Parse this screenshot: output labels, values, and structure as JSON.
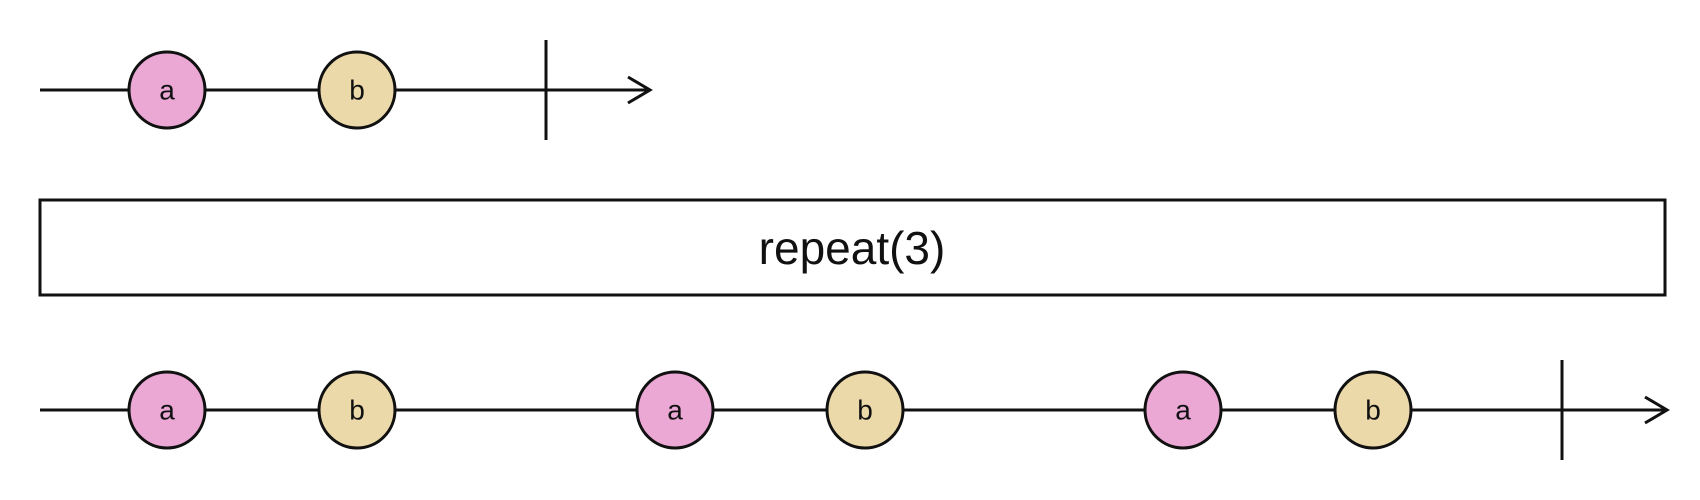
{
  "operator": {
    "label": "repeat(3)"
  },
  "colors": {
    "a": "#EBA8D5",
    "b": "#EBD9AA",
    "stroke": "#111111"
  },
  "input_stream": {
    "marbles": [
      {
        "label": "a",
        "color_key": "a"
      },
      {
        "label": "b",
        "color_key": "b"
      }
    ],
    "completed": true
  },
  "output_stream": {
    "marbles": [
      {
        "label": "a",
        "color_key": "a"
      },
      {
        "label": "b",
        "color_key": "b"
      },
      {
        "label": "a",
        "color_key": "a"
      },
      {
        "label": "b",
        "color_key": "b"
      },
      {
        "label": "a",
        "color_key": "a"
      },
      {
        "label": "b",
        "color_key": "b"
      }
    ],
    "completed": true
  }
}
